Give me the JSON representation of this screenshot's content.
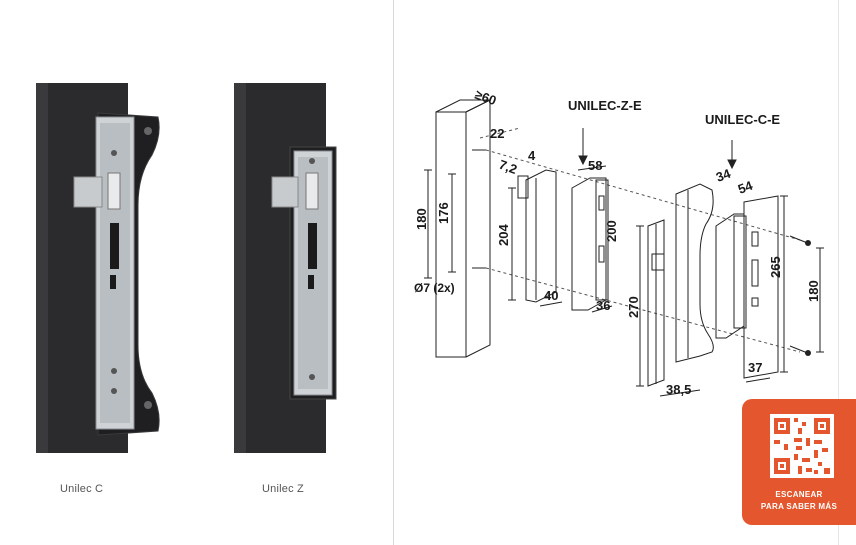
{
  "products": [
    {
      "caption": "Unilec C"
    },
    {
      "caption": "Unilec Z"
    }
  ],
  "diagram": {
    "model_z": "UNILEC-Z-E",
    "model_c": "UNILEC-C-E",
    "dims": {
      "post_min": "≥60",
      "d22": "22",
      "d4": "4",
      "d58": "58",
      "d7_2": "7,2",
      "d34": "34",
      "d54": "54",
      "d180_left": "180",
      "d176": "176",
      "d204": "204",
      "d200": "200",
      "d40": "40",
      "d36": "36",
      "d270": "270",
      "d265": "265",
      "d180_right": "180",
      "d37": "37",
      "d38_5": "38,5",
      "hole": "Ø7 (2x)"
    }
  },
  "qr": {
    "line1": "ESCANEAR",
    "line2": "PARA SABER MÁS",
    "color": "#e4572e"
  }
}
